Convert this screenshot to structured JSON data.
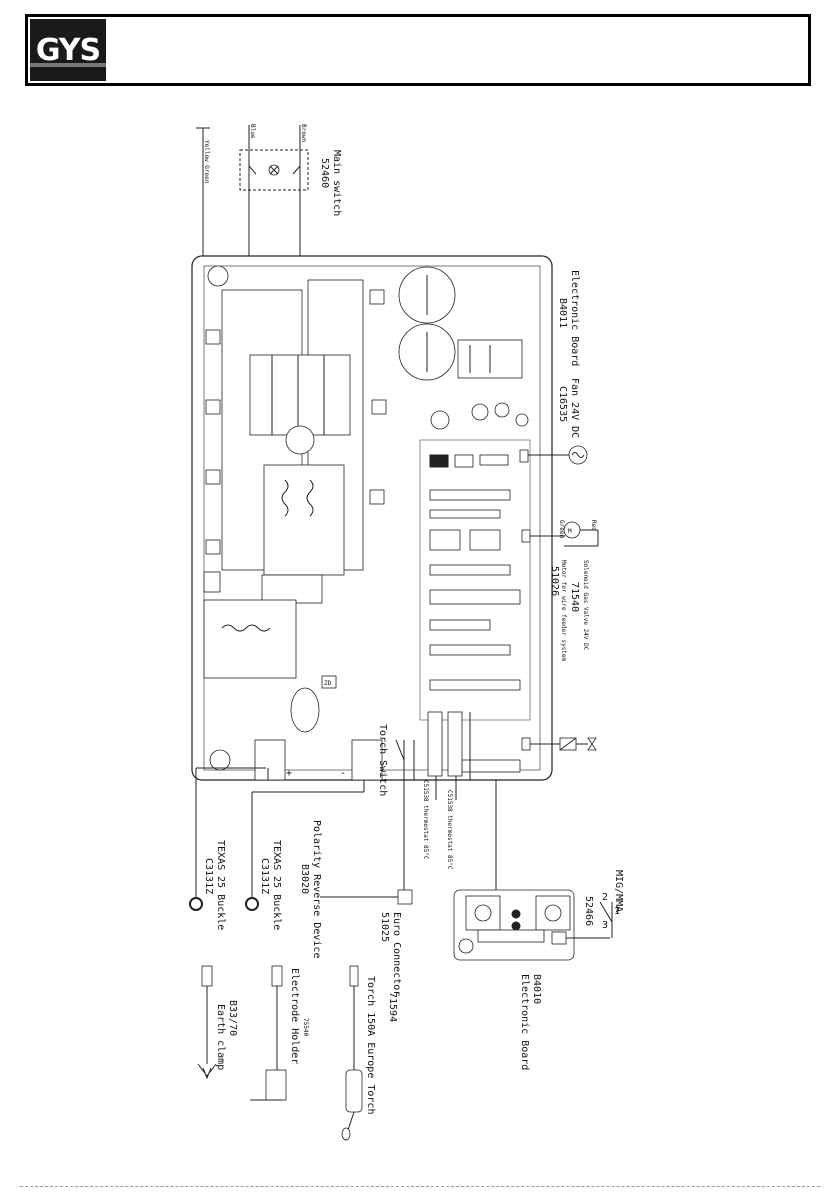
{
  "header": {
    "brand": "GYS"
  },
  "labels": {
    "yellow_green": "Yellow Green",
    "blue": "Blue",
    "brown": "Brown",
    "main_switch": "Main switch",
    "main_switch_ref": "52460",
    "electronic_board_top": "Electronic Board",
    "electronic_board_top_ref": "B4011",
    "fan": "Fan 24V DC",
    "fan_ref": "C16535",
    "motor": "Motor for wire feeder system",
    "motor_ref": "51026",
    "motor_red": "Red",
    "motor_green": "Green",
    "solenoid": "Solenoid Gas Valve 24V DC",
    "solenoid_ref": "71540",
    "plus_terminal": "+",
    "minus_terminal": "-",
    "thermostat_1": "C51538 thermostat 85°C",
    "thermostat_2": "C51538 thermostat 85°C",
    "torch_switch": "Torch Switch",
    "polarity_device": "Polarity Reverse Device",
    "polarity_ref": "B3020",
    "texas_1": "TEXAS 25 Buckle",
    "texas_1_ref": "C3131Z",
    "texas_2": "TEXAS 25 Buckle",
    "texas_2_ref": "C3131Z",
    "euro_connector": "Euro Connector",
    "euro_ref": "51025",
    "electronic_board_bottom": "Electronic Board",
    "electronic_board_bottom_ref": "B4010",
    "mig_mma": "MIG/MMA",
    "switch_ref": "52466",
    "sw_pin_1": "1",
    "sw_pin_2": "2",
    "sw_pin_3": "3",
    "earth_clamp": "Earth clamp",
    "earth_clamp_ref": "B33/70",
    "electrode_holder": "Electrode Holder",
    "electrode_holder_ref": "75540",
    "torch": "Torch 150A Europe Torch",
    "torch_ref": "71594",
    "pcb_plus": "+",
    "pcb_minus": "-",
    "pcb_zd": "ZD"
  },
  "colors": {
    "ink": "#222222",
    "logo_bg": "#1a1a1a",
    "logo_fg": "#ffffff"
  }
}
